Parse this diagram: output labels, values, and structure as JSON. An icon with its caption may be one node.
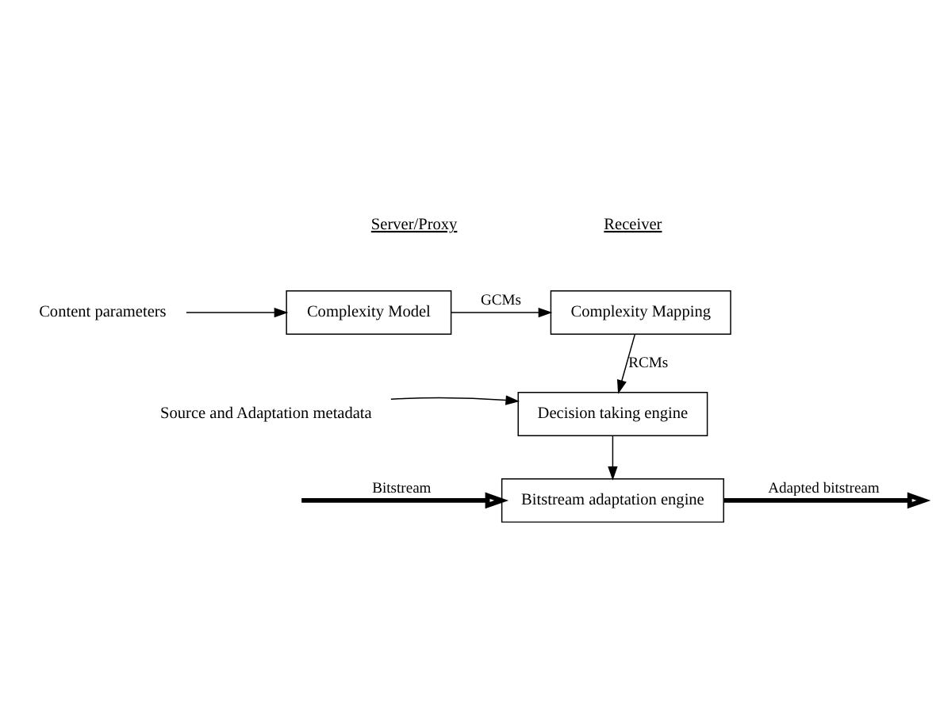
{
  "diagram": {
    "nodes": [
      {
        "text": [
          "Content parameters"
        ]
      },
      {
        "text": [
          "Complexity Model"
        ]
      },
      {
        "text": [
          "Complexity Mapping"
        ]
      },
      {
        "text": [
          "Source and Adaptation metadata"
        ]
      },
      {
        "text": [
          "Decision taking engine"
        ]
      },
      {
        "text": [
          "Bitstream adaptation engine"
        ]
      }
    ],
    "edges": [
      {
        "from": 0,
        "to": 1,
        "arrow": "to"
      },
      {
        "from": 1,
        "to": 2,
        "arrow": "to",
        "label": "GCMs"
      },
      {
        "from": 2,
        "to": 4,
        "arrow": "to",
        "label": "RCMs"
      },
      {
        "from": 3,
        "to": 4,
        "arrow": "to"
      },
      {
        "from": 4,
        "to": 5,
        "arrow": "to"
      },
      {
        "from": null,
        "to": 5,
        "arrow": "to",
        "label": "Bitstream",
        "style": "thick"
      },
      {
        "from": 5,
        "to": null,
        "arrow": "to",
        "label": "Adapted bitstream",
        "style": "thick"
      }
    ],
    "labels": [
      "Server/Proxy",
      "Receiver"
    ]
  }
}
